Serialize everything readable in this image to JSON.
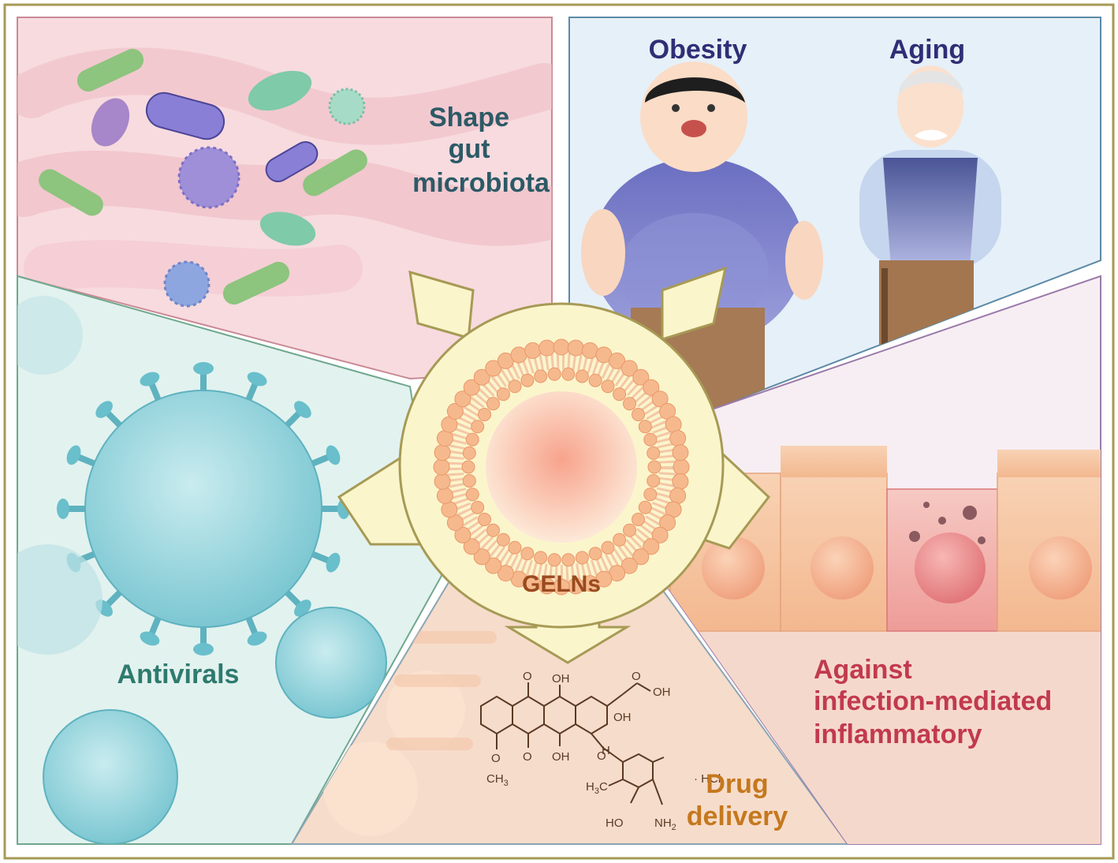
{
  "center": {
    "label": "GELNs"
  },
  "panels": {
    "gut": {
      "lines": [
        "Shape",
        "gut",
        "microbiota"
      ]
    },
    "obesity": {
      "label": "Obesity"
    },
    "aging": {
      "label": "Aging"
    },
    "antivirals": {
      "label": "Antivirals"
    },
    "drug": {
      "lines": [
        "Drug",
        "delivery"
      ]
    },
    "inflammatory": {
      "lines": [
        "Against",
        "infection-mediated",
        "inflammatory"
      ]
    }
  },
  "chem": {
    "oh_top": "OH",
    "oh_right_a": "OH",
    "oh_right_b": "OH",
    "oh_bottom": "OH",
    "o_top_left": "O",
    "o_ketone": "O",
    "o_bottom_left": "O",
    "ch3": "CH",
    "ch3_sub": "3",
    "o_glyco": "O",
    "h": "H",
    "hcl": "· HCl",
    "h3c": "H",
    "h3c_sub": "3",
    "h3c_c": "C",
    "ho": "HO",
    "nh2": "NH",
    "nh2_sub": "2"
  },
  "colors": {
    "frame": "#a79a55",
    "gut_bg": "#f7dbdf",
    "aging_bg": "#e6f0f8",
    "antiviral_bg": "#e2f2ef",
    "drug_bg": "#f6dccb",
    "inflam_bg": "#f7eef3",
    "arrow_fill": "#fbf5cc",
    "arrow_stroke": "#a79a55",
    "title_navy": "#2f2e76",
    "title_teal": "#2c5a66",
    "title_green": "#2e7a6e",
    "title_orange": "#c5781d",
    "title_red": "#c13a4d",
    "gelns": "#9a4a1f"
  }
}
